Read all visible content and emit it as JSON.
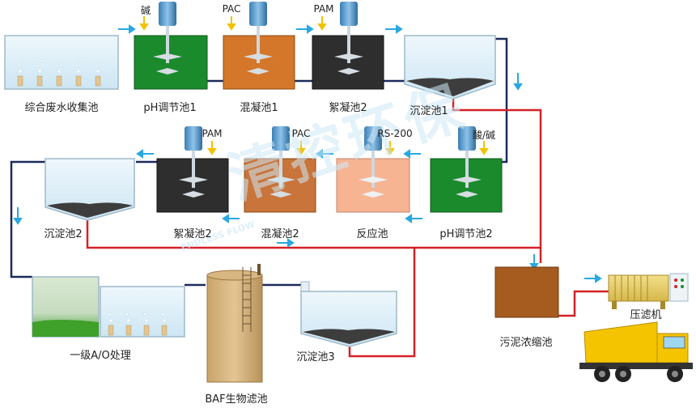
{
  "watermark": {
    "text": "清控环保",
    "sub": "ENDLESS FLOW"
  },
  "units": {
    "collection": "综合废水收集池",
    "ph1": "pH调节池1",
    "coag1": "混凝池1",
    "floc1": "絮凝池2",
    "sed1": "沉淀池1",
    "ph2": "pH调节池2",
    "react": "反应池",
    "coag2": "混凝池2",
    "floc2": "絮凝池2",
    "sed2": "沉淀池2",
    "ao": "一级A/O处理",
    "baf": "BAF生物滤池",
    "sed3": "沉淀池3",
    "sludge": "污泥浓缩池",
    "press": "压滤机"
  },
  "chemicals": {
    "alkali": "碱",
    "pac1": "PAC",
    "pam1": "PAM",
    "acid_alkali": "酸/碱",
    "rs200": "RS-200",
    "pac2": "PAC",
    "pam2": "PAM"
  },
  "colors": {
    "water_line": "#1c2a5a",
    "sludge_line": "#d42027",
    "arrow": "#29a8e0",
    "ph_tank": "#1a8a2c",
    "coag_tank": "#d4772a",
    "floc_tank": "#2e2e2e",
    "react_tank": "#f6b493",
    "sludge_tank": "#a65b1f"
  }
}
